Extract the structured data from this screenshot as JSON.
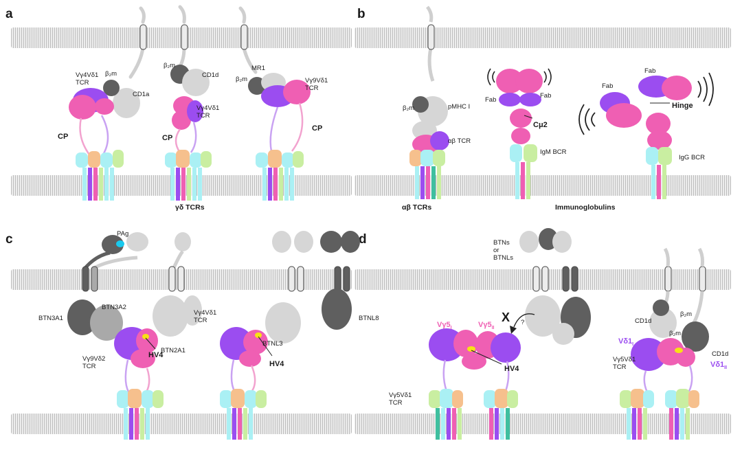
{
  "colors": {
    "purple": "#9b4df0",
    "pink": "#ef5fb3",
    "light_gray": "#d6d6d6",
    "mid_gray": "#a9a9a9",
    "dark_gray": "#5f5f5f",
    "cyan": "#aaf0f4",
    "orange": "#f6c08d",
    "green": "#c9eea1",
    "teal": "#3fbf9f",
    "yellow": "#f7e215",
    "pag_cyan": "#19c9ee",
    "membrane": "#cfcfcf",
    "link_purple": "#c9a2f2",
    "link_pink": "#f2a3cf",
    "stalk": "#cfcfcf"
  },
  "panels": {
    "a": "a",
    "b": "b",
    "c": "c",
    "d": "d"
  },
  "panel_a": {
    "tcr1": "Vγ4Vδ1\nTCR",
    "b2m1": "β₂m",
    "cd1a": "CD1a",
    "cp1": "CP",
    "b2m2": "β₂m",
    "cd1d": "CD1d",
    "tcr2": "Vγ4Vδ1\nTCR",
    "cp2": "CP",
    "mr1": "MR1",
    "b2m3": "β₂m",
    "tcr3": "Vγ9Vδ1\nTCR",
    "cp3": "CP",
    "caption": "γδ TCRs"
  },
  "panel_b": {
    "b2m": "β₂m",
    "pmhc": "pMHC I",
    "ab_tcr": "αβ TCR",
    "fab1": "Fab",
    "fab2": "Fab",
    "cmu2": "Cμ2",
    "igm": "IgM BCR",
    "fab3": "Fab",
    "fab4": "Fab",
    "hinge": "Hinge",
    "igg": "IgG BCR",
    "caption1": "αβ TCRs",
    "caption2": "Immunoglobulins"
  },
  "panel_c": {
    "pag": "PAg",
    "btn3a1": "BTN3A1",
    "btn3a2": "BTN3A2",
    "btn2a1": "BTN2A1",
    "hv4_1": "HV4",
    "tcr1": "Vγ9Vδ2\nTCR",
    "tcr2": "Vγ4Vδ1\nTCR",
    "btnl3": "BTNL3",
    "hv4_2": "HV4",
    "btnl8": "BTNL8"
  },
  "panel_d": {
    "btns": "BTNs\nor\nBTNLs",
    "x": "X",
    "q": "?",
    "vg5i": "Vγ5",
    "vg5i_sub": "I",
    "vg5ii": "Vγ5",
    "vg5ii_sub": "II",
    "hv4": "HV4",
    "tcr1": "Vγ5Vδ1\nTCR",
    "cd1d_1": "CD1d",
    "b2m_1": "β₂m",
    "b2m_2": "β₂m",
    "vd1i": "Vδ1",
    "vd1i_sub": "I",
    "cd1d_2": "CD1d",
    "vd1ii": "Vδ1",
    "vd1ii_sub": "II",
    "tcr2": "Vγ5Vδ1\nTCR"
  }
}
